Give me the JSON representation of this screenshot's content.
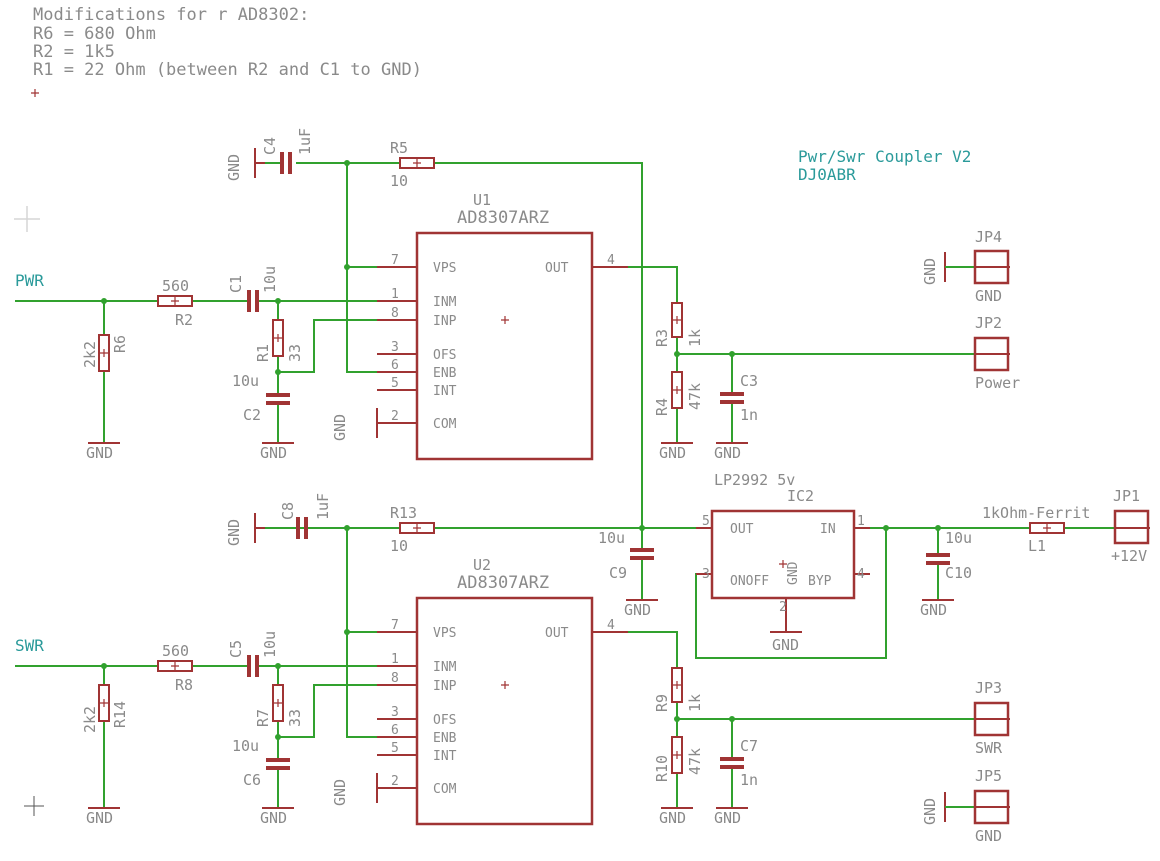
{
  "notes": {
    "line1": "Modifications for r AD8302:",
    "line2": "R6 = 680 Ohm",
    "line3": "R2 = 1k5",
    "line4": "R1 = 22 Ohm (between R2 and C1 to GND)"
  },
  "title": {
    "line1": "Pwr/Swr Coupler V2",
    "line2": "DJ0ABR"
  },
  "nets": {
    "pwr": "PWR",
    "swr": "SWR",
    "gnd": "GND"
  },
  "u1": {
    "name": "U1",
    "value": "AD8307ARZ"
  },
  "u2": {
    "name": "U2",
    "value": "AD8307ARZ"
  },
  "ic_pins": {
    "vps": "VPS",
    "inm": "INM",
    "inp": "INP",
    "ofs": "OFS",
    "enb": "ENB",
    "int": "INT",
    "com": "COM",
    "out": "OUT",
    "n7": "7",
    "n1": "1",
    "n8": "8",
    "n3": "3",
    "n6": "6",
    "n5": "5",
    "n2": "2",
    "n4": "4"
  },
  "ic2": {
    "name": "IC2",
    "value": "LP2992 5v",
    "out": "OUT",
    "in": "IN",
    "onoff": "ONOFF",
    "byp": "BYP",
    "gnd": "GND",
    "p5": "5",
    "p1": "1",
    "p3": "3",
    "p4": "4",
    "p2": "2"
  },
  "parts": {
    "c4": {
      "name": "C4",
      "value": "1uF"
    },
    "r5": {
      "name": "R5",
      "value": "10"
    },
    "r2": {
      "name": "R2",
      "value": "560"
    },
    "c1": {
      "name": "C1",
      "value": "10u"
    },
    "r6": {
      "name": "R6",
      "value": "2k2"
    },
    "r1": {
      "name": "R1",
      "value": "33"
    },
    "c2": {
      "name": "C2",
      "value": "10u"
    },
    "r3": {
      "name": "R3",
      "value": "1k"
    },
    "r4": {
      "name": "R4",
      "value": "47k"
    },
    "c3": {
      "name": "C3",
      "value": "1n"
    },
    "c8": {
      "name": "C8",
      "value": "1uF"
    },
    "r13": {
      "name": "R13",
      "value": "10"
    },
    "c9": {
      "name": "C9",
      "value": "10u"
    },
    "c10": {
      "name": "C10",
      "value": "10u"
    },
    "l1": {
      "name": "L1",
      "value": "1kOhm-Ferrit"
    },
    "r8": {
      "name": "R8",
      "value": "560"
    },
    "c5": {
      "name": "C5",
      "value": "10u"
    },
    "r14": {
      "name": "R14",
      "value": "2k2"
    },
    "r7": {
      "name": "R7",
      "value": "33"
    },
    "c6": {
      "name": "C6",
      "value": "10u"
    },
    "r9": {
      "name": "R9",
      "value": "1k"
    },
    "r10": {
      "name": "R10",
      "value": "47k"
    },
    "c7": {
      "name": "C7",
      "value": "1n"
    }
  },
  "connectors": {
    "jp1": {
      "name": "JP1",
      "label": "+12V"
    },
    "jp2": {
      "name": "JP2",
      "label": "Power"
    },
    "jp3": {
      "name": "JP3",
      "label": "SWR"
    },
    "jp4": {
      "name": "JP4",
      "label": "GND"
    },
    "jp5": {
      "name": "JP5",
      "label": "GND"
    }
  },
  "colors": {
    "wire": "#31a12e",
    "component": "#a03434",
    "text": "#8a8a8a",
    "net_label": "#2a9a9a"
  }
}
